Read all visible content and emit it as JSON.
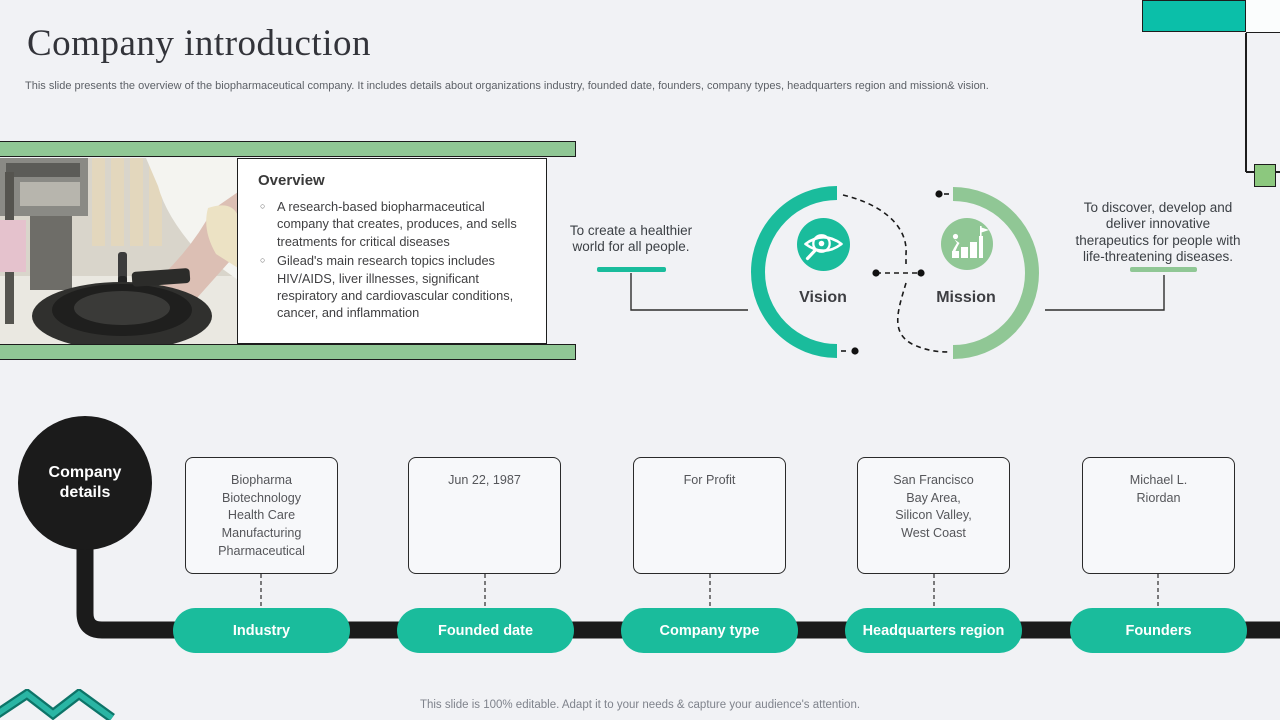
{
  "slide": {
    "title": "Company introduction",
    "subtitle": "This slide presents the overview of the biopharmaceutical company. It includes details about organizations industry, founded date, founders,  company types, headquarters region and mission& vision.",
    "footer": "This slide is 100% editable. Adapt it to your needs & capture your audience's attention."
  },
  "overview": {
    "heading": "Overview",
    "bullets": [
      "A research-based biopharmaceutical company that creates, produces, and sells treatments for critical diseases",
      "Gilead's main research topics includes HIV/AIDS,  liver illnesses, significant respiratory and cardiovascular conditions, cancer, and inflammation"
    ]
  },
  "vision": {
    "label": "Vision",
    "statement": "To create a healthier\nworld for all people.",
    "icon": "eye-magnifier-icon"
  },
  "mission": {
    "label": "Mission",
    "statement": "To discover, develop and\ndeliver innovative\ntherapeutics for people with\nlife-threatening diseases.",
    "icon": "growth-bars-flag-icon"
  },
  "timeline": {
    "hub_label": "Company\ndetails",
    "items": [
      {
        "label": "Industry",
        "value": "Biopharma\nBiotechnology\nHealth Care\nManufacturing\nPharmaceutical"
      },
      {
        "label": "Founded date",
        "value": "Jun 22, 1987"
      },
      {
        "label": "Company type",
        "value": "For Profit"
      },
      {
        "label": "Headquarters region",
        "value": "San Francisco\nBay Area,\nSilicon Valley,\nWest Coast"
      },
      {
        "label": "Founders",
        "value": "Michael L.\nRiordan"
      }
    ]
  },
  "colors": {
    "teal": "#1abc9c",
    "deep_teal": "#0bbfa9",
    "green": "#90c795",
    "dark": "#1b1b1b",
    "background": "#f1f2f5"
  }
}
